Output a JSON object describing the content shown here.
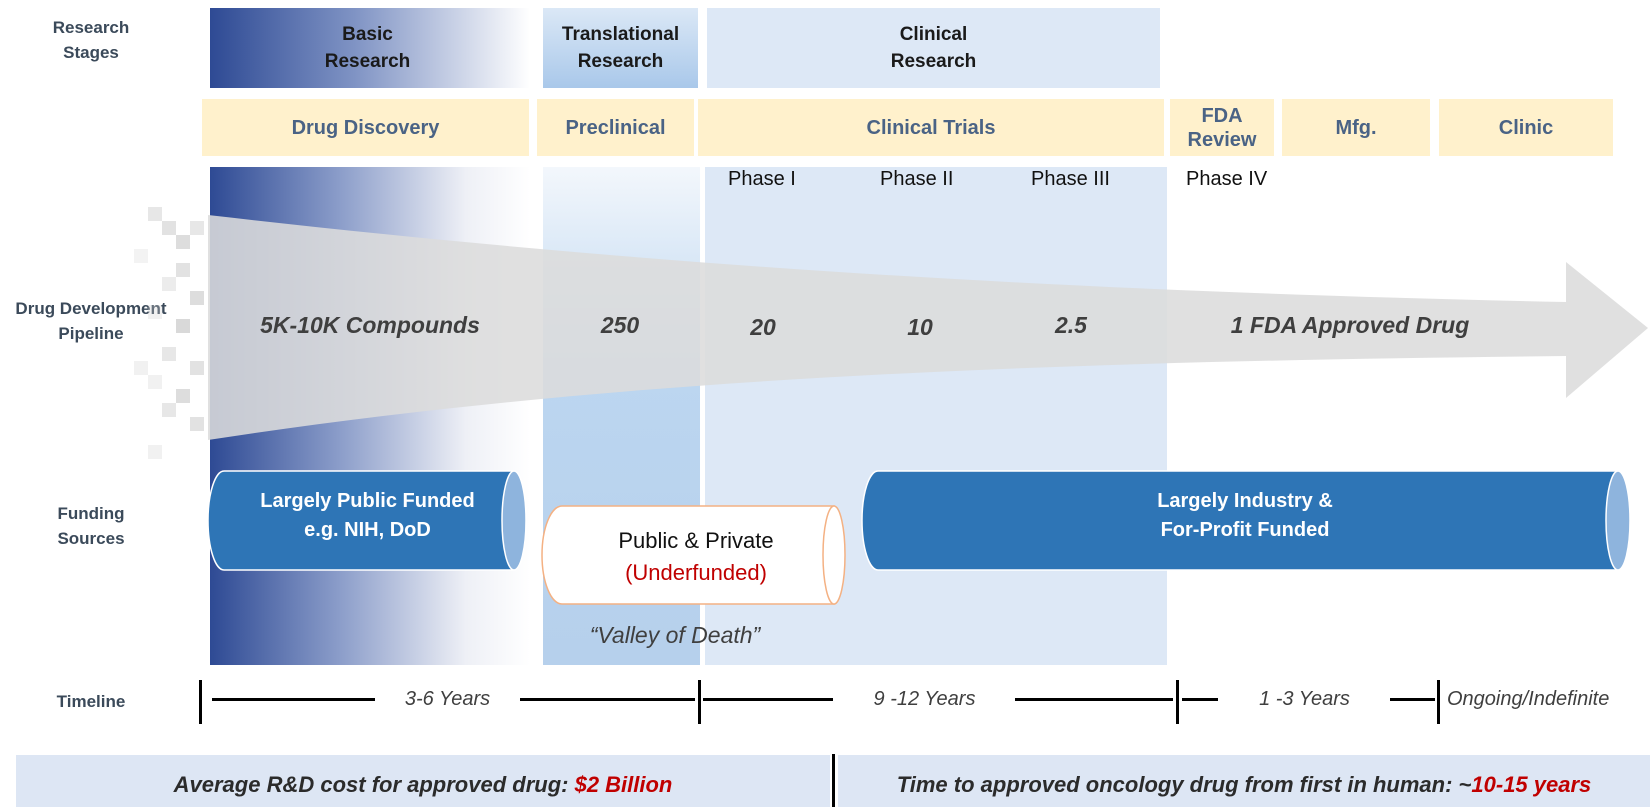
{
  "row_labels": {
    "stages": "Research\nStages",
    "pipeline": "Drug Development\nPipeline",
    "funding": "Funding\nSources",
    "timeline": "Timeline"
  },
  "research_stages": [
    {
      "label": "Basic\nResearch"
    },
    {
      "label": "Translational\nResearch"
    },
    {
      "label": "Clinical\nResearch"
    }
  ],
  "steps": [
    {
      "label": "Drug Discovery"
    },
    {
      "label": "Preclinical"
    },
    {
      "label": "Clinical Trials"
    },
    {
      "label": "FDA\nReview"
    },
    {
      "label": "Mfg."
    },
    {
      "label": "Clinic"
    }
  ],
  "phases": [
    "Phase I",
    "Phase II",
    "Phase III",
    "Phase IV"
  ],
  "pipeline_counts": [
    "5K-10K Compounds",
    "250",
    "20",
    "10",
    "2.5",
    "1 FDA Approved Drug"
  ],
  "funding": {
    "public": {
      "line1": "Largely Public Funded",
      "line2": "e.g. NIH, DoD"
    },
    "mixed": {
      "line1": "Public & Private",
      "line2": "(Underfunded)"
    },
    "industry": {
      "line1": "Largely Industry &",
      "line2": "For-Profit Funded"
    },
    "valley": "“Valley of Death”"
  },
  "timeline": [
    "3-6 Years",
    "9 -12 Years",
    "1 -3 Years",
    "Ongoing/Indefinite"
  ],
  "footer": {
    "cost_label": "Average R&D cost for approved drug: ",
    "cost_value": "$2 Billion",
    "time_label": "Time to approved oncology drug from first in human: ~",
    "time_value": "10-15 years"
  },
  "colors": {
    "basic_dark": "#2e4a94",
    "translational": "#b9d3ee",
    "clinical": "#dde8f6",
    "step_fill": "#fff1cc",
    "step_text": "#4a6385",
    "cylinder": "#2e75b6",
    "accent_red": "#c00000",
    "footer_bg": "#dde6f4"
  }
}
